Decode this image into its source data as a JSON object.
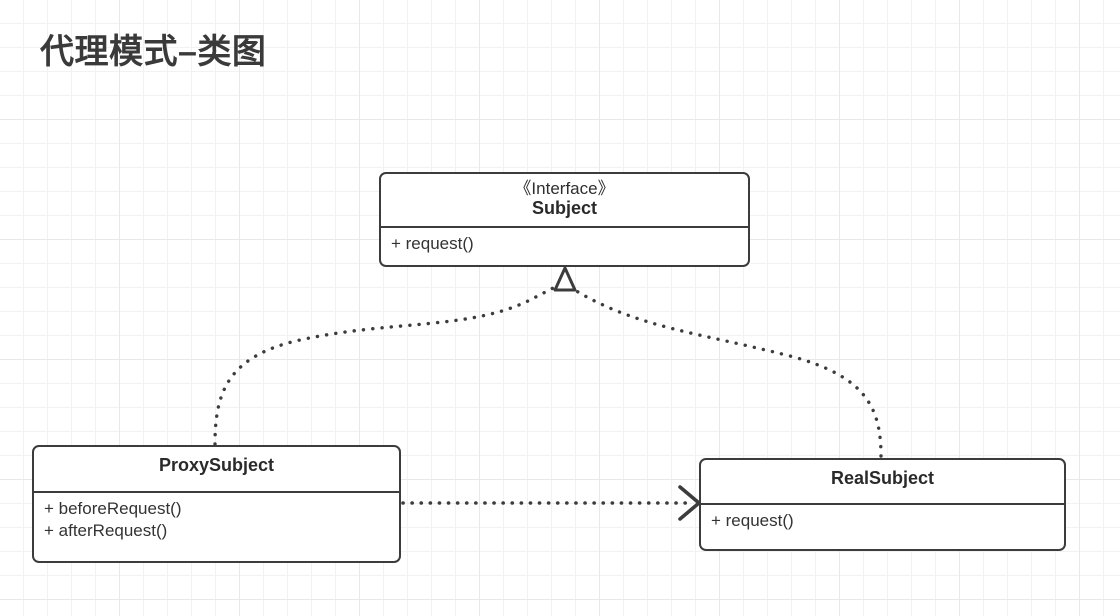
{
  "page": {
    "title": "代理模式–类图",
    "background": "#ffffff",
    "grid_color": "#e8e8e8",
    "line_color": "#3c3c3c",
    "text_color": "#333333"
  },
  "diagram": {
    "type": "uml-class-diagram",
    "classes": [
      {
        "id": "subject",
        "stereotype": "《Interface》",
        "name": "Subject",
        "members": [
          "+ request()"
        ]
      },
      {
        "id": "proxysubject",
        "stereotype": "",
        "name": "ProxySubject",
        "members": [
          "+ beforeRequest()",
          "+ afterRequest()"
        ]
      },
      {
        "id": "realsubject",
        "stereotype": "",
        "name": "RealSubject",
        "members": [
          "+ request()"
        ]
      }
    ],
    "relations": [
      {
        "id": "proxy-implements-subject",
        "from": "ProxySubject",
        "to": "Subject",
        "kind": "realization",
        "line": "dotted",
        "arrowhead": "hollow-triangle",
        "label": ""
      },
      {
        "id": "real-implements-subject",
        "from": "RealSubject",
        "to": "Subject",
        "kind": "realization",
        "line": "dotted",
        "arrowhead": "hollow-triangle",
        "label": ""
      },
      {
        "id": "proxy-depends-real",
        "from": "ProxySubject",
        "to": "RealSubject",
        "kind": "dependency",
        "line": "dotted",
        "arrowhead": "open",
        "label": ""
      }
    ]
  }
}
